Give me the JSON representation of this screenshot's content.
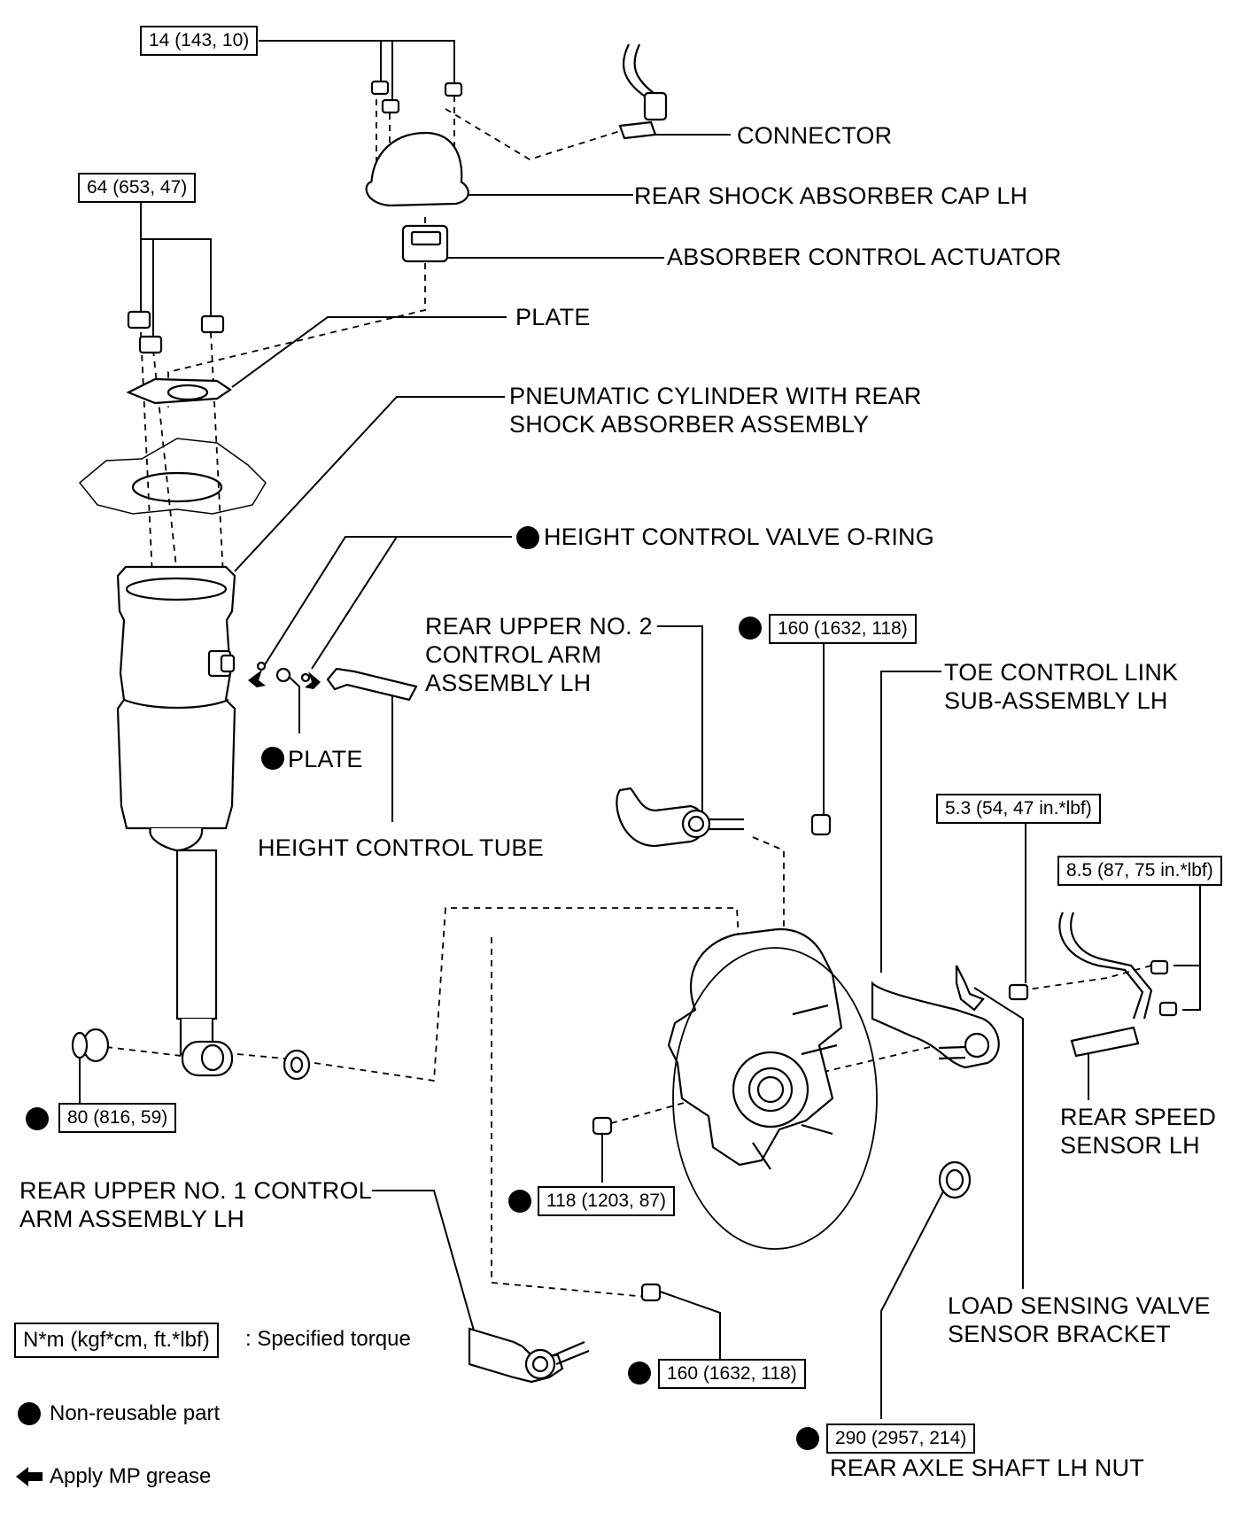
{
  "labels": {
    "connector": "CONNECTOR",
    "cap": "REAR SHOCK ABSORBER CAP LH",
    "actuator": "ABSORBER CONTROL ACTUATOR",
    "plate_top": "PLATE",
    "cyl_1": "PNEUMATIC CYLINDER WITH REAR",
    "cyl_2": "SHOCK ABSORBER ASSEMBLY",
    "oring": "HEIGHT CONTROL VALVE O-RING",
    "arm2_1": "REAR UPPER NO. 2",
    "arm2_2": "CONTROL ARM",
    "arm2_3": "ASSEMBLY LH",
    "toe_1": "TOE CONTROL LINK",
    "toe_2": "SUB-ASSEMBLY LH",
    "plate_mid": "PLATE",
    "tube": "HEIGHT CONTROL TUBE",
    "speed_1": "REAR SPEED",
    "speed_2": "SENSOR LH",
    "arm1_1": "REAR UPPER NO. 1 CONTROL",
    "arm1_2": "ARM ASSEMBLY LH",
    "lsv_1": "LOAD SENSING VALVE",
    "lsv_2": "SENSOR BRACKET",
    "axle_nut": "REAR AXLE SHAFT LH NUT"
  },
  "torques": {
    "t14": "14 (143, 10)",
    "t64": "64 (653, 47)",
    "t160a": "160 (1632, 118)",
    "t53": "5.3 (54, 47 in.*lbf)",
    "t85": "8.5 (87, 75 in.*lbf)",
    "t80": "80 (816, 59)",
    "t118": "118 (1203, 87)",
    "t160b": "160 (1632, 118)",
    "t290": "290 (2957, 214)"
  },
  "legend": {
    "torque_box": "N*m (kgf*cm, ft.*lbf)",
    "torque_text": ": Specified torque",
    "nonreusable": "Non-reusable part",
    "grease": "Apply MP grease"
  }
}
